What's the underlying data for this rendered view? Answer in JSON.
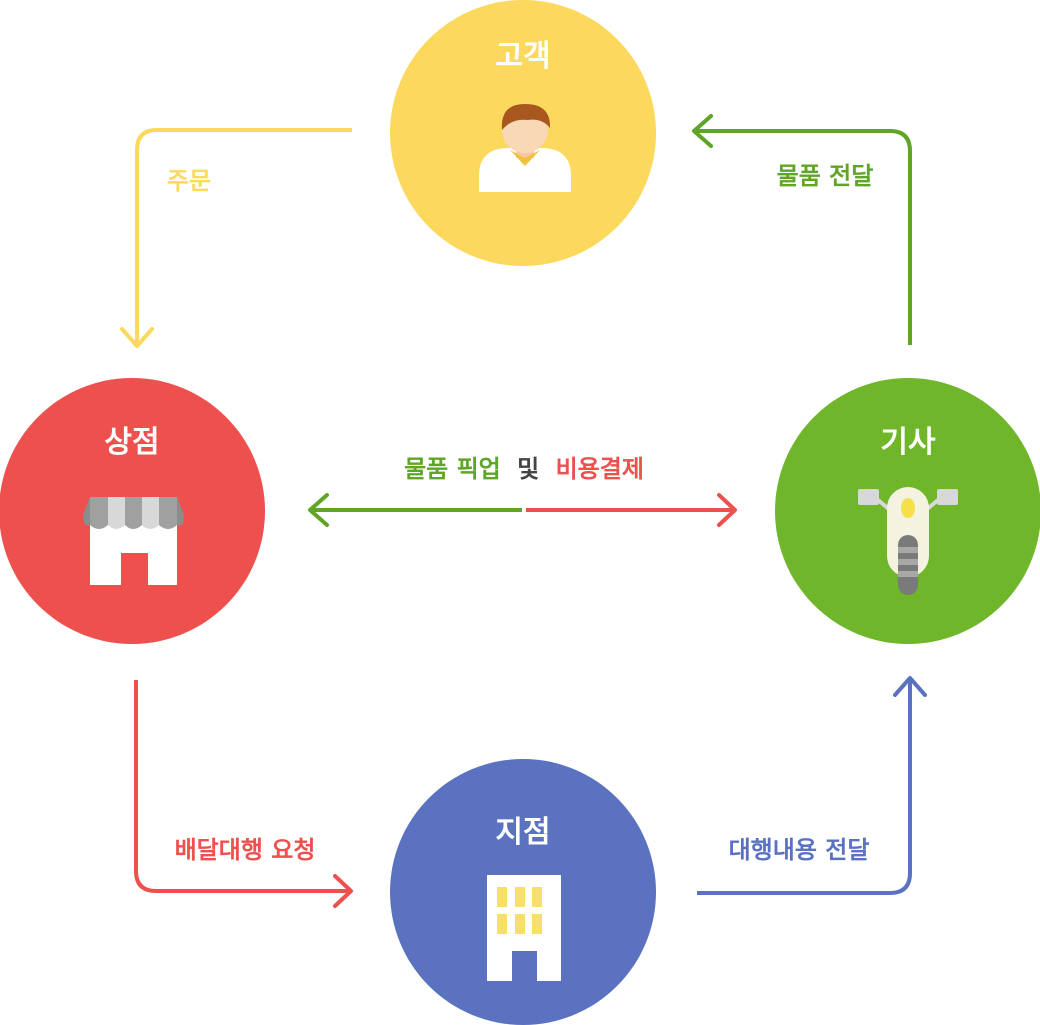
{
  "nodes": {
    "customer": {
      "label": "고객",
      "icon": "person-icon",
      "color": "#FCD95C"
    },
    "store": {
      "label": "상점",
      "icon": "storefront-icon",
      "color": "#EE504E"
    },
    "rider": {
      "label": "기사",
      "icon": "scooter-icon",
      "color": "#70B62A"
    },
    "branch": {
      "label": "지점",
      "icon": "office-building-icon",
      "color": "#5B72C1"
    }
  },
  "edges": {
    "order": {
      "label": "주문",
      "color": "#FCD95C"
    },
    "deliver_goods": {
      "label": "물품 전달",
      "color": "#5FA526"
    },
    "pickup": {
      "label_part1": "물품 픽업",
      "label_part2": "및",
      "label_part3": "비용결제",
      "color_left": "#5FA526",
      "color_right": "#EE504E",
      "color_middle": "#444444"
    },
    "request": {
      "label": "배달대행 요청",
      "color": "#EE504E"
    },
    "forward": {
      "label": "대행내용 전달",
      "color": "#5B72C1"
    }
  }
}
